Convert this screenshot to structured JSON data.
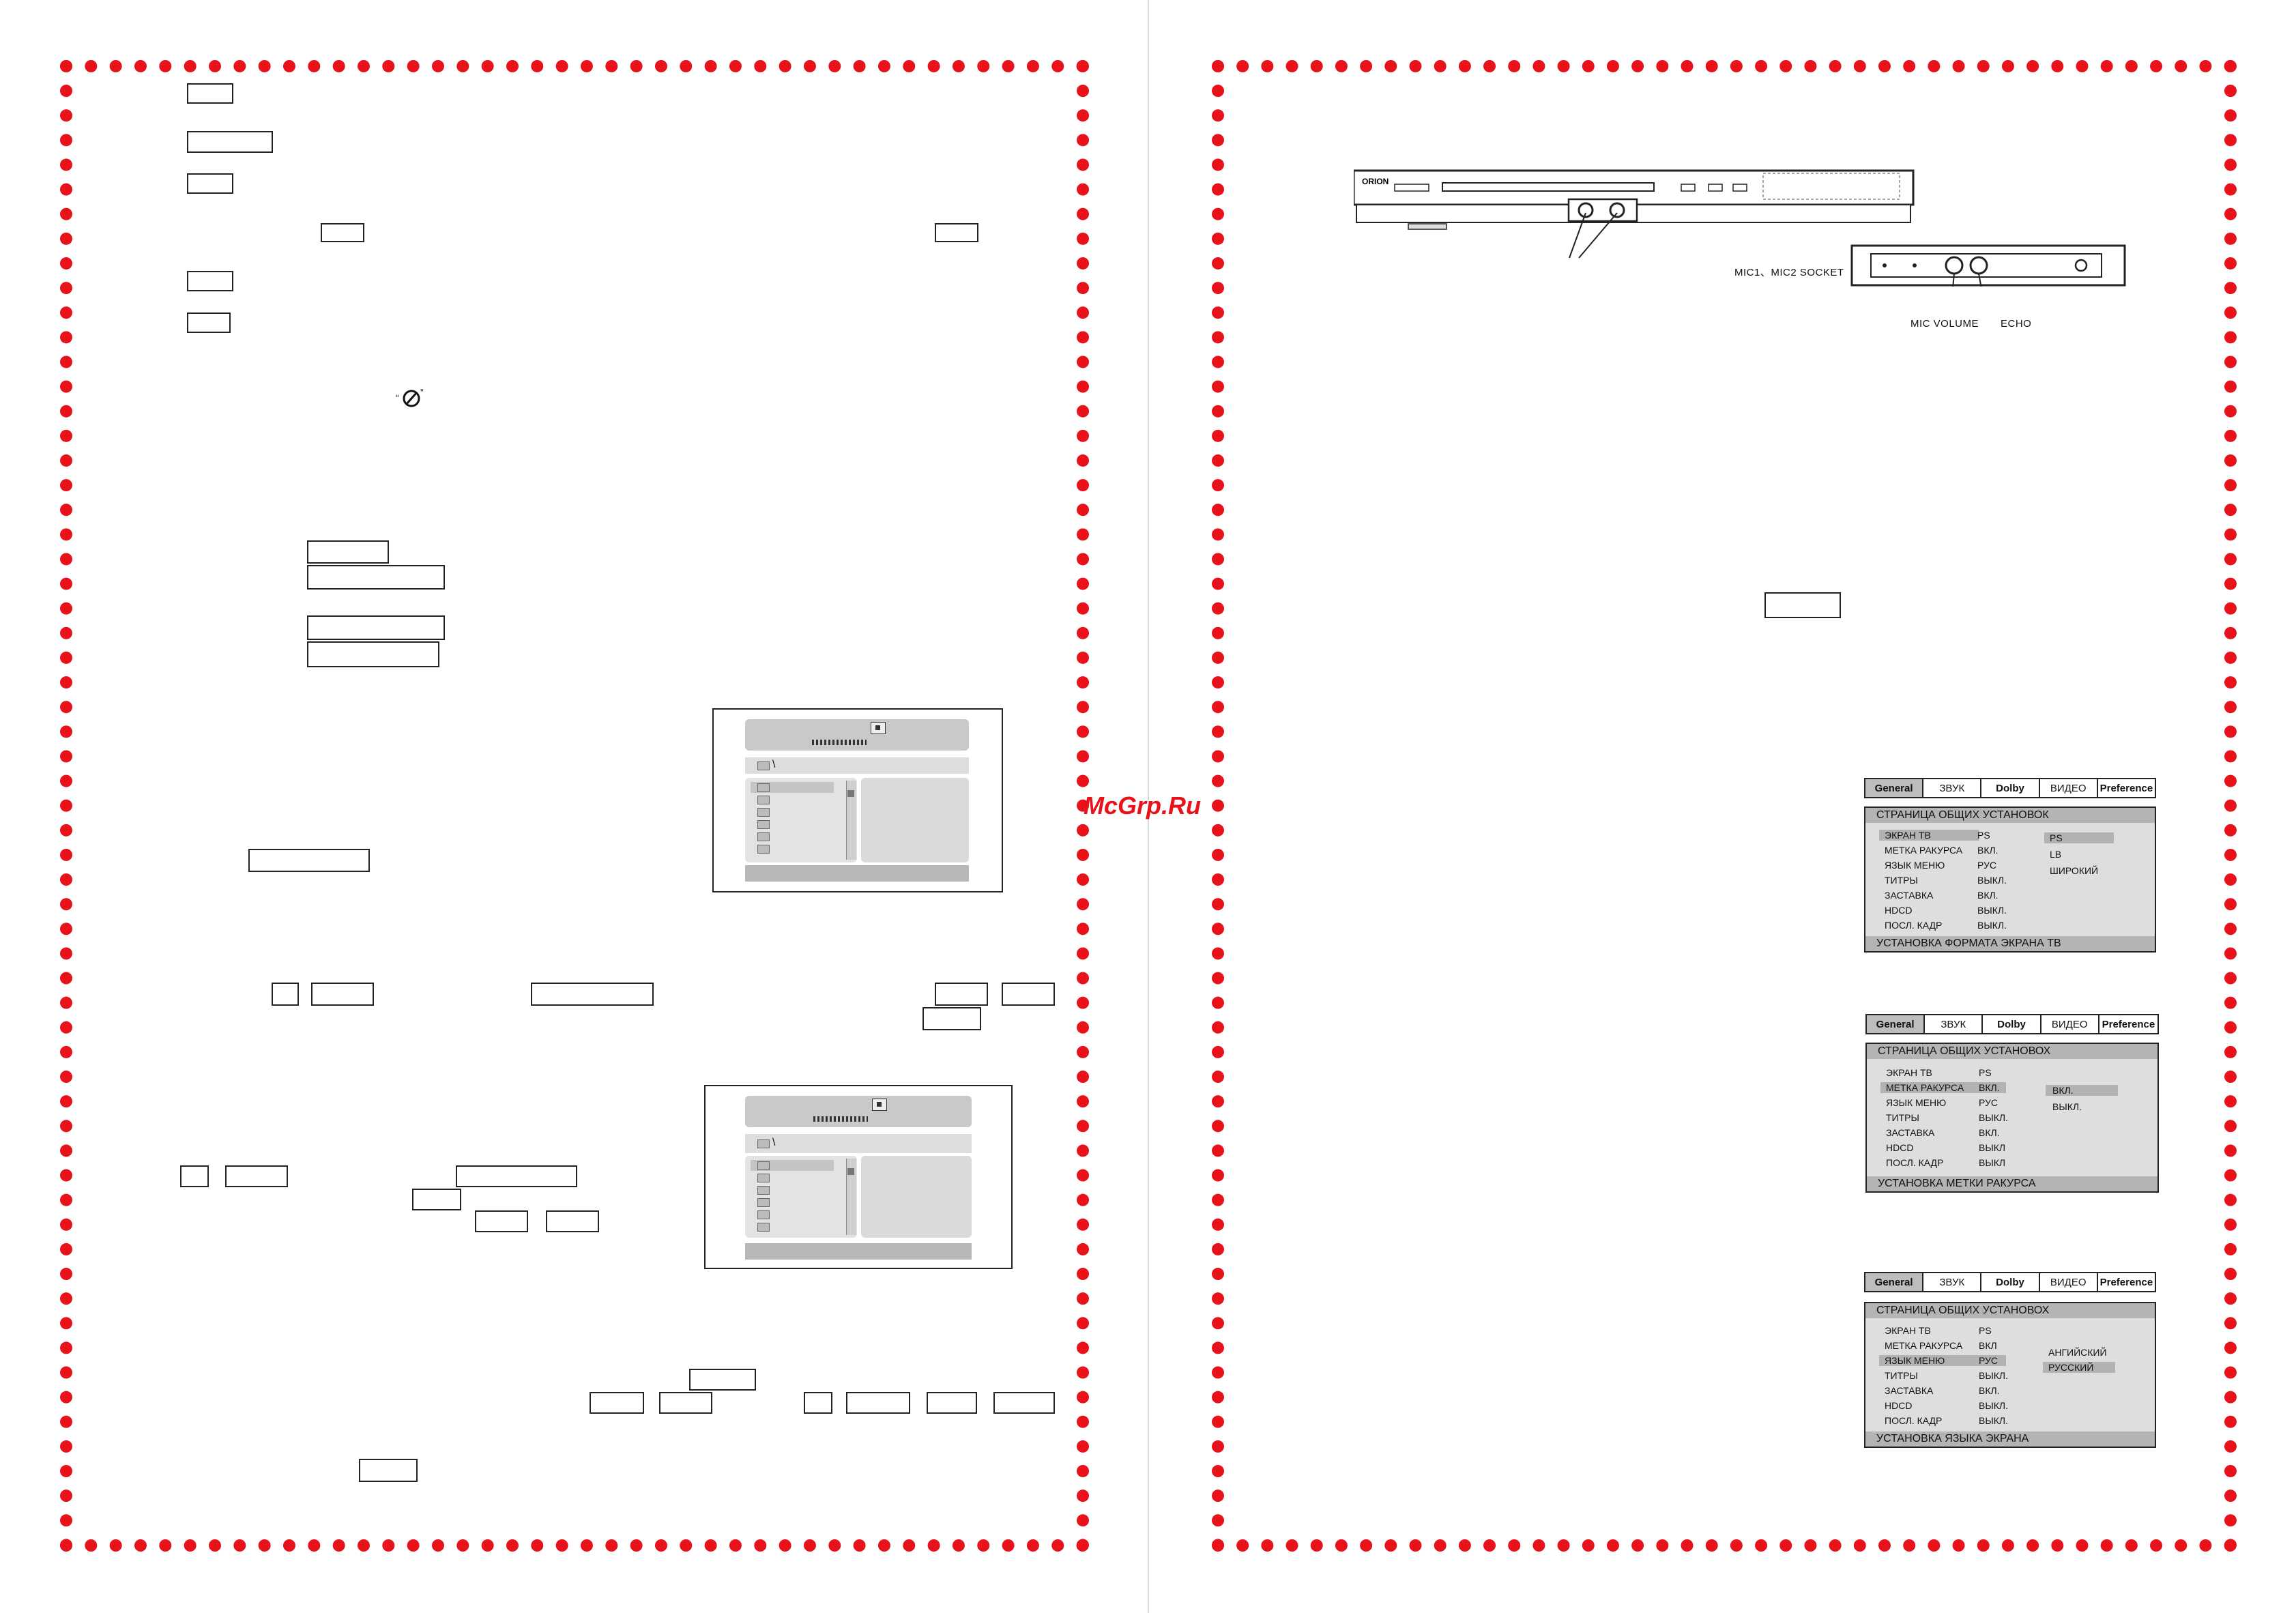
{
  "watermark": "McGrp.Ru",
  "device_figure": {
    "brand": "ORION",
    "mic_socket_label": "MIC1、MIC2 SOCKET",
    "mic_volume_label": "MIC VOLUME",
    "echo_label": "ECHO"
  },
  "setup_tabs": {
    "general": "General",
    "sound": "ЗВУК",
    "dolby": "Dolby",
    "video": "ВИДЕО",
    "preference": "Preference"
  },
  "setup_menus": [
    {
      "title": "СТРАНИЦА ОБЩИХ УСТАНОВОК",
      "items": [
        {
          "label": "ЭКРАН ТВ",
          "value": "PS"
        },
        {
          "label": "МЕТКА РАКУРСА",
          "value": "ВКЛ."
        },
        {
          "label": "ЯЗЫК МЕНЮ",
          "value": "РУС"
        },
        {
          "label": "ТИТРЫ",
          "value": "ВЫКЛ."
        },
        {
          "label": "ЗАСТАВКА",
          "value": "ВКЛ."
        },
        {
          "label": "HDCD",
          "value": "ВЫКЛ."
        },
        {
          "label": "ПОСЛ. КАДР",
          "value": "ВЫКЛ."
        }
      ],
      "selected_index": 0,
      "options": [
        "PS",
        "LB",
        "ШИРОКИЙ"
      ],
      "selected_option": 0,
      "footer": "УСТАНОВКА ФОРМАТА ЭКРАНА ТВ"
    },
    {
      "title": "СТРАНИЦА ОБЩИХ УСТАНОВОХ",
      "items": [
        {
          "label": "ЭКРАН ТВ",
          "value": "PS"
        },
        {
          "label": "МЕТКА РАКУРСА",
          "value": "ВКЛ."
        },
        {
          "label": "ЯЗЫК МЕНЮ",
          "value": "РУС"
        },
        {
          "label": "ТИТРЫ",
          "value": "ВЫКЛ."
        },
        {
          "label": "ЗАСТАВКА",
          "value": "ВКЛ."
        },
        {
          "label": "HDCD",
          "value": "ВЫКЛ"
        },
        {
          "label": "ПОСЛ. КАДР",
          "value": "ВЫКЛ"
        }
      ],
      "selected_index": 1,
      "options": [
        "ВКЛ.",
        "ВЫКЛ."
      ],
      "selected_option": 0,
      "footer": "УСТАНОВКА МЕТКИ РАКУРСА"
    },
    {
      "title": "СТРАНИЦА ОБЩИХ УСТАНОВОХ",
      "items": [
        {
          "label": "ЭКРАН ТВ",
          "value": "PS"
        },
        {
          "label": "МЕТКА РАКУРСА",
          "value": "ВКЛ"
        },
        {
          "label": "ЯЗЫК МЕНЮ",
          "value": "РУС"
        },
        {
          "label": "ТИТРЫ",
          "value": "ВЫКЛ."
        },
        {
          "label": "ЗАСТАВКА",
          "value": "ВКЛ."
        },
        {
          "label": "HDCD",
          "value": "ВЫКЛ."
        },
        {
          "label": "ПОСЛ. КАДР",
          "value": "ВЫКЛ."
        }
      ],
      "selected_index": 2,
      "options": [
        "АНГИЙСКИЙ",
        "РУССКИЙ"
      ],
      "selected_option": 1,
      "footer": "УСТАНОВКА ЯЗЫКА ЭКРАНА"
    }
  ],
  "browser_path": "\\",
  "prohibited_icon": "no-entry-icon"
}
